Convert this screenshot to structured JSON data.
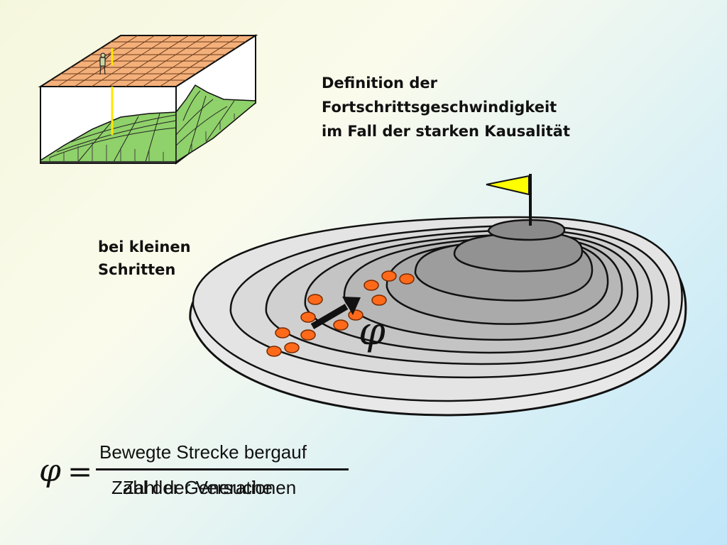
{
  "title_lines": [
    "Definition der",
    "Fortschrittsgeschwindigkeit",
    "im Fall der starken Kausalität"
  ],
  "note_lines": [
    "bei kleinen",
    "Schritten"
  ],
  "phi_symbol": "φ",
  "formula": {
    "lhs": "φ",
    "equals": "=",
    "numerator": "Bewegte Strecke bergauf",
    "denominator": "Zahl der Versuche",
    "denominator_overlap": "Zahl der Generationen"
  },
  "colors": {
    "grid_top": "#f4b07a",
    "terrain": "#8fd16a",
    "hill_base": "#e5e5e5",
    "hill_peak": "#8f8f8f",
    "dots": "#ff6a1a",
    "flag": "#ffff00"
  }
}
